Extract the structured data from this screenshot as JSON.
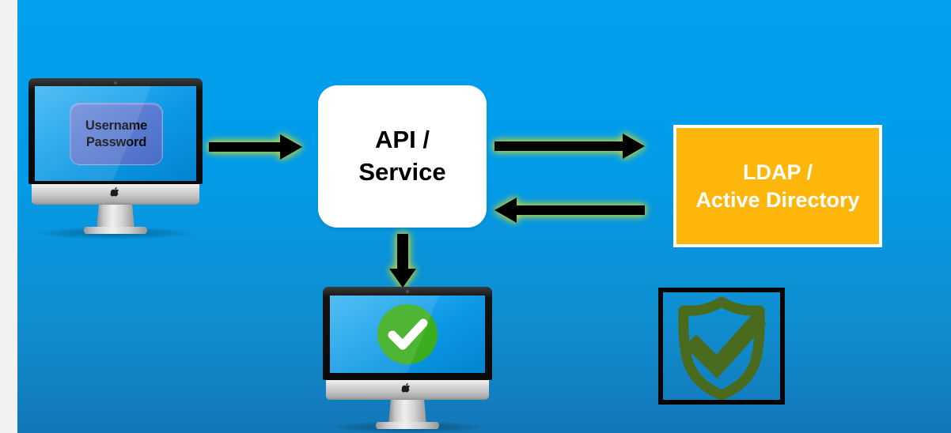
{
  "slide": {
    "title": "Authentication flow diagram",
    "background_top_color": "#03a0ef",
    "background_bottom_color": "#1377b7"
  },
  "login_monitor": {
    "name": "user-workstation",
    "credential_card": {
      "username_label": "Username",
      "password_label": "Password",
      "fill_color": "#5f7fd2",
      "text_color": "#0d0d12"
    },
    "logo_glyph": ""
  },
  "api_node": {
    "line1": "API /",
    "line2": "Service",
    "fill_color": "#ffffff",
    "text_color": "#000000"
  },
  "ldap_node": {
    "line1": "LDAP /",
    "line2": "Active Directory",
    "fill_color": "#FFB60A",
    "border_color": "#ffffff",
    "text_color": "#ffffff"
  },
  "result_monitor": {
    "name": "authenticated-workstation",
    "status_icon": "green-check-circle",
    "status_color": "#3bad1e",
    "logo_glyph": ""
  },
  "shield_tile": {
    "icon": "shield-check-icon",
    "icon_color": "#4a6b1e",
    "border_color": "#050505"
  },
  "arrows": [
    {
      "name": "arrow-user-to-api",
      "direction": "right",
      "from": "user-workstation",
      "to": "api-node",
      "color": "#000000",
      "glow_color": "#bed646"
    },
    {
      "name": "arrow-api-to-ldap",
      "direction": "right",
      "from": "api-node",
      "to": "ldap-node",
      "color": "#000000",
      "glow_color": "#bed646"
    },
    {
      "name": "arrow-ldap-to-api",
      "direction": "left",
      "from": "ldap-node",
      "to": "api-node",
      "color": "#000000",
      "glow_color": "#bed646"
    },
    {
      "name": "arrow-api-to-result",
      "direction": "down",
      "from": "api-node",
      "to": "authenticated-workstation",
      "color": "#000000",
      "glow_color": "#bed646"
    }
  ]
}
